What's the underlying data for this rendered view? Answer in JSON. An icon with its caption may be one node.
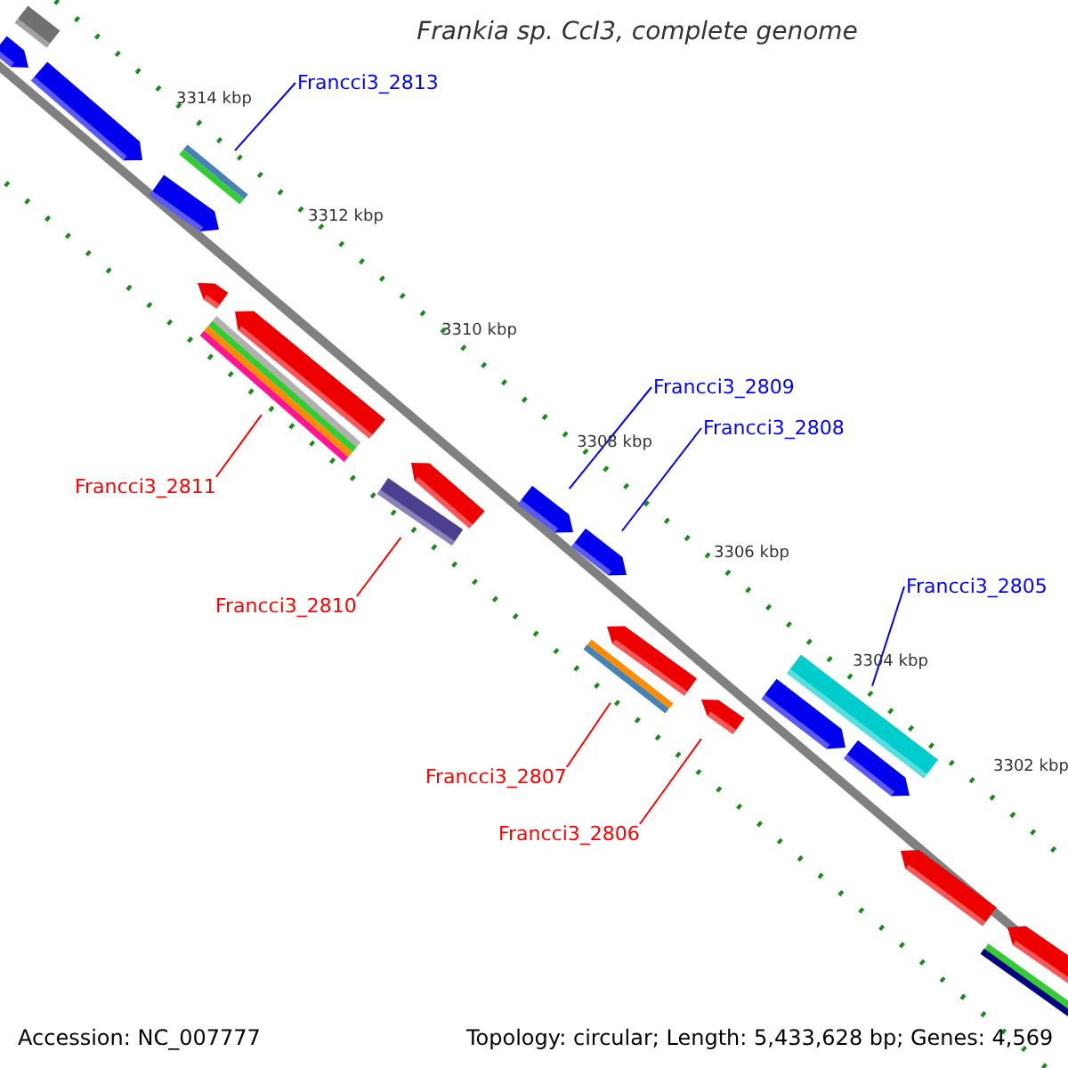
{
  "diagram": {
    "title": "Frankia sp. CcI3, complete genome",
    "nodes": [
      {
        "text": [
          "Francci3_2813"
        ]
      },
      {
        "text": [],
        "shape": "bar"
      },
      {
        "text": [
          "Francci3_2809"
        ]
      },
      {
        "text": [],
        "shape": "bar"
      },
      {
        "text": [
          "Francci3_2808"
        ]
      },
      {
        "text": [],
        "shape": "bar"
      },
      {
        "text": [
          "Francci3_2811"
        ]
      },
      {
        "text": [],
        "shape": "bar"
      },
      {
        "text": [
          "Francci3_2810"
        ]
      },
      {
        "text": [],
        "shape": "bar"
      },
      {
        "text": [
          "Francci3_2805"
        ]
      },
      {
        "text": [],
        "shape": "bar"
      },
      {
        "text": [
          "Francci3_2807"
        ]
      },
      {
        "text": [],
        "shape": "bar"
      },
      {
        "text": [
          "Francci3_2806"
        ]
      },
      {
        "text": [],
        "shape": "bar"
      }
    ],
    "edges": [
      {
        "from": 0,
        "to": 1,
        "arrow": "none",
        "color": "#0000ff"
      },
      {
        "from": 2,
        "to": 3,
        "arrow": "none",
        "color": "#0000ff"
      },
      {
        "from": 4,
        "to": 5,
        "arrow": "none",
        "color": "#0000ff"
      },
      {
        "from": 6,
        "to": 7,
        "arrow": "none",
        "color": "#ff0000"
      },
      {
        "from": 8,
        "to": 9,
        "arrow": "none",
        "color": "#ff0000"
      },
      {
        "from": 10,
        "to": 11,
        "arrow": "none",
        "color": "#0000ff"
      },
      {
        "from": 12,
        "to": 13,
        "arrow": "none",
        "color": "#ff0000"
      },
      {
        "from": 14,
        "to": 15,
        "arrow": "none",
        "color": "#ff0000"
      }
    ],
    "labels": [
      "3314 kbp",
      "3312 kbp",
      "3310 kbp",
      "3308 kbp",
      "3306 kbp",
      "3304 kbp",
      "3302 kbp",
      "Accession: NC_007777",
      "Topology: circular; Length: 5,433,628 bp; Genes: 4,569"
    ]
  }
}
